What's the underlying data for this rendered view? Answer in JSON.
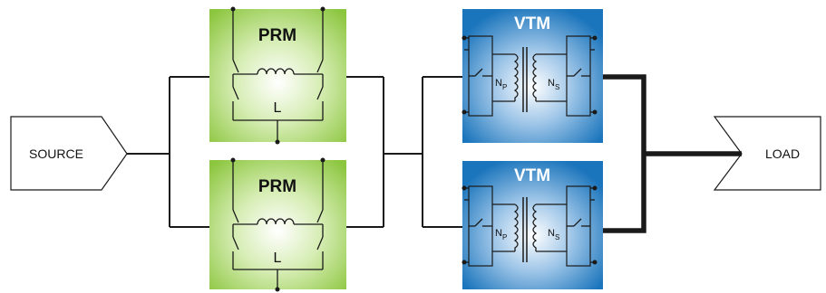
{
  "source": {
    "label": "SOURCE"
  },
  "load": {
    "label": "LOAD"
  },
  "prm_modules": [
    {
      "title": "PRM",
      "inductor_label": "L"
    },
    {
      "title": "PRM",
      "inductor_label": "L"
    }
  ],
  "vtm_modules": [
    {
      "title": "VTM",
      "primary_label": "N",
      "primary_sub": "P",
      "secondary_label": "N",
      "secondary_sub": "S"
    },
    {
      "title": "VTM",
      "primary_label": "N",
      "primary_sub": "P",
      "secondary_label": "N",
      "secondary_sub": "S"
    }
  ],
  "colors": {
    "prm_fill": "#8cc63f",
    "prm_center": "#ffffff",
    "vtm_fill": "#1b75bc",
    "vtm_center": "#e6f0fa",
    "wire": "#1a1a1a"
  }
}
